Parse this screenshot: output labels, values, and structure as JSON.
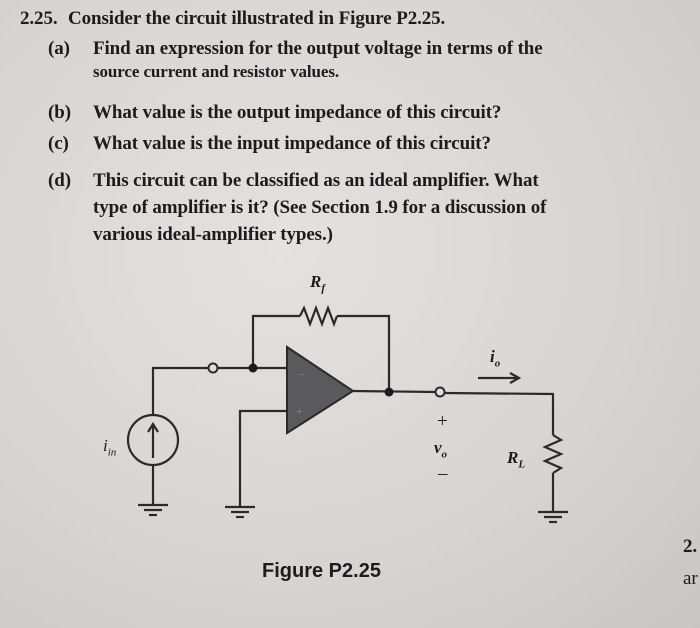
{
  "problem": {
    "number": "2.25.",
    "intro": "Consider the circuit illustrated in Figure P2.25.",
    "parts": [
      {
        "label": "(a)",
        "lines": [
          "Find an expression for the output voltage in terms of the",
          "source current and resistor values."
        ]
      },
      {
        "label": "(b)",
        "lines": [
          "What value is the output impedance of this circuit?"
        ]
      },
      {
        "label": "(c)",
        "lines": [
          "What value is the input impedance of this circuit?"
        ]
      },
      {
        "label": "(d)",
        "lines": [
          "This circuit can be classified as an ideal amplifier. What",
          "type of amplifier is it? (See Section 1.9 for a discussion of",
          "various ideal-amplifier types.)"
        ]
      }
    ]
  },
  "figure": {
    "caption": "Figure P2.25",
    "labels": {
      "rf": "R",
      "rf_sub": "f",
      "io": "i",
      "io_sub": "o",
      "vo": "v",
      "vo_sub": "o",
      "plus": "+",
      "minus": "–",
      "rl": "R",
      "rl_sub": "L",
      "iin": "i",
      "iin_sub": "in",
      "opamp_minus": "–",
      "opamp_plus": "+"
    }
  },
  "margin_fragments": [
    "2.",
    "ar"
  ]
}
